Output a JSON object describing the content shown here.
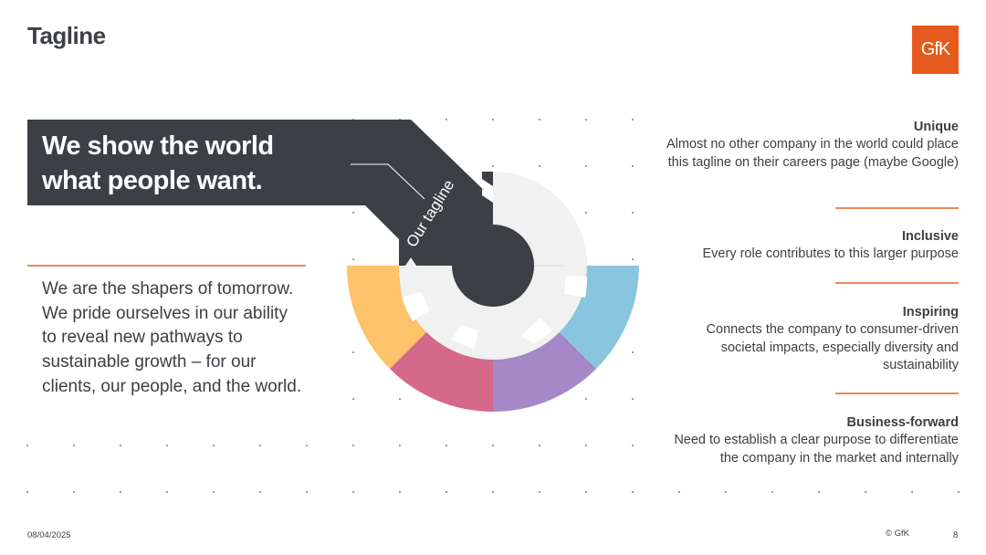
{
  "slide": {
    "title": "Tagline",
    "logo_text": "GfK",
    "tagline": "We show the world what people want.",
    "callout_label": "Our tagline",
    "description": "We are the shapers of tomorrow. We pride ourselves in our ability to reveal new pathways to sustainable growth – for our clients, our people, and the world."
  },
  "features": [
    {
      "title": "Unique",
      "text": "Almost no other company in the world could place this tagline on their careers page (maybe Google)"
    },
    {
      "title": "Inclusive",
      "text": "Every role contributes to this larger purpose"
    },
    {
      "title": "Inspiring",
      "text": "Connects the company to consumer-driven societal impacts, especially diversity and sustainability"
    },
    {
      "title": "Business-forward",
      "text": "Need to establish a clear purpose to differentiate the company in the market and internally"
    }
  ],
  "footer": {
    "date": "08/04/2025",
    "copyright": "© GfK",
    "page": "8"
  },
  "colors": {
    "dark": "#3c3f43",
    "accent": "#e55a1c",
    "gear": "#f1f1f1",
    "segment_yellow": "#fcc36a",
    "segment_pink": "#d5698a",
    "segment_purple": "#a488c8",
    "segment_blue": "#88c6e0"
  }
}
